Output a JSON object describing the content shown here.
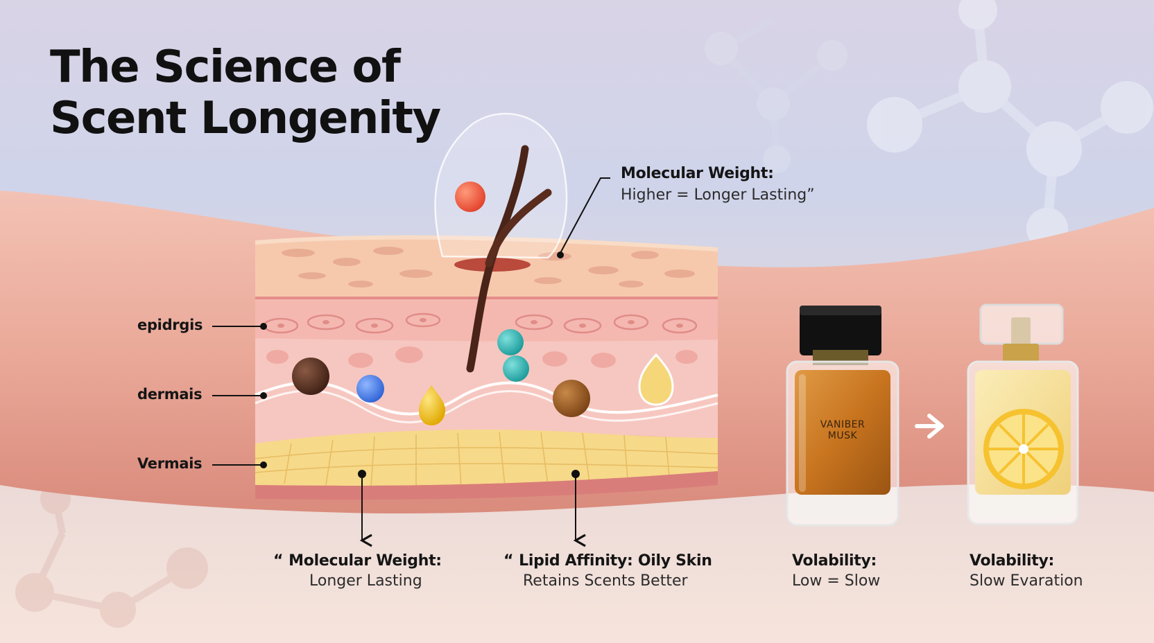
{
  "title": {
    "line1": "The Science of",
    "line2": "Scent Longenity"
  },
  "layer_labels": [
    {
      "name": "epidrgis"
    },
    {
      "name": "dermais"
    },
    {
      "name": "Vermais"
    }
  ],
  "callouts": {
    "top": {
      "head": "Molecular Weight:",
      "sub": "Higher = Longer Lasting”"
    },
    "bottom_left": {
      "quote": "“",
      "head": "Molecular Weight:",
      "sub": "Longer Lasting"
    },
    "bottom_mid": {
      "quote": "“",
      "head": "Lipid Affinity: Oily Skin",
      "sub": "Retains Scents Better"
    },
    "volatility_low": {
      "head": "Volability:",
      "sub": "Low = Slow"
    },
    "volatility_slow": {
      "head": "Volability:",
      "sub": "Slow Evaration"
    }
  },
  "bottles": {
    "left": {
      "label_line1": "VANIBER",
      "label_line2": "MUSK"
    },
    "right": {
      "icon": "lemon-slice-icon"
    }
  },
  "colors": {
    "skin": "#f0b8a8",
    "epidermis": "#f6c9ad",
    "dermis": "#f4c0bb",
    "fat_layer": "#f7d98a",
    "hair": "#4a2418",
    "amber_perfume": "#c8741f",
    "citrus_perfume": "#f3df90"
  }
}
